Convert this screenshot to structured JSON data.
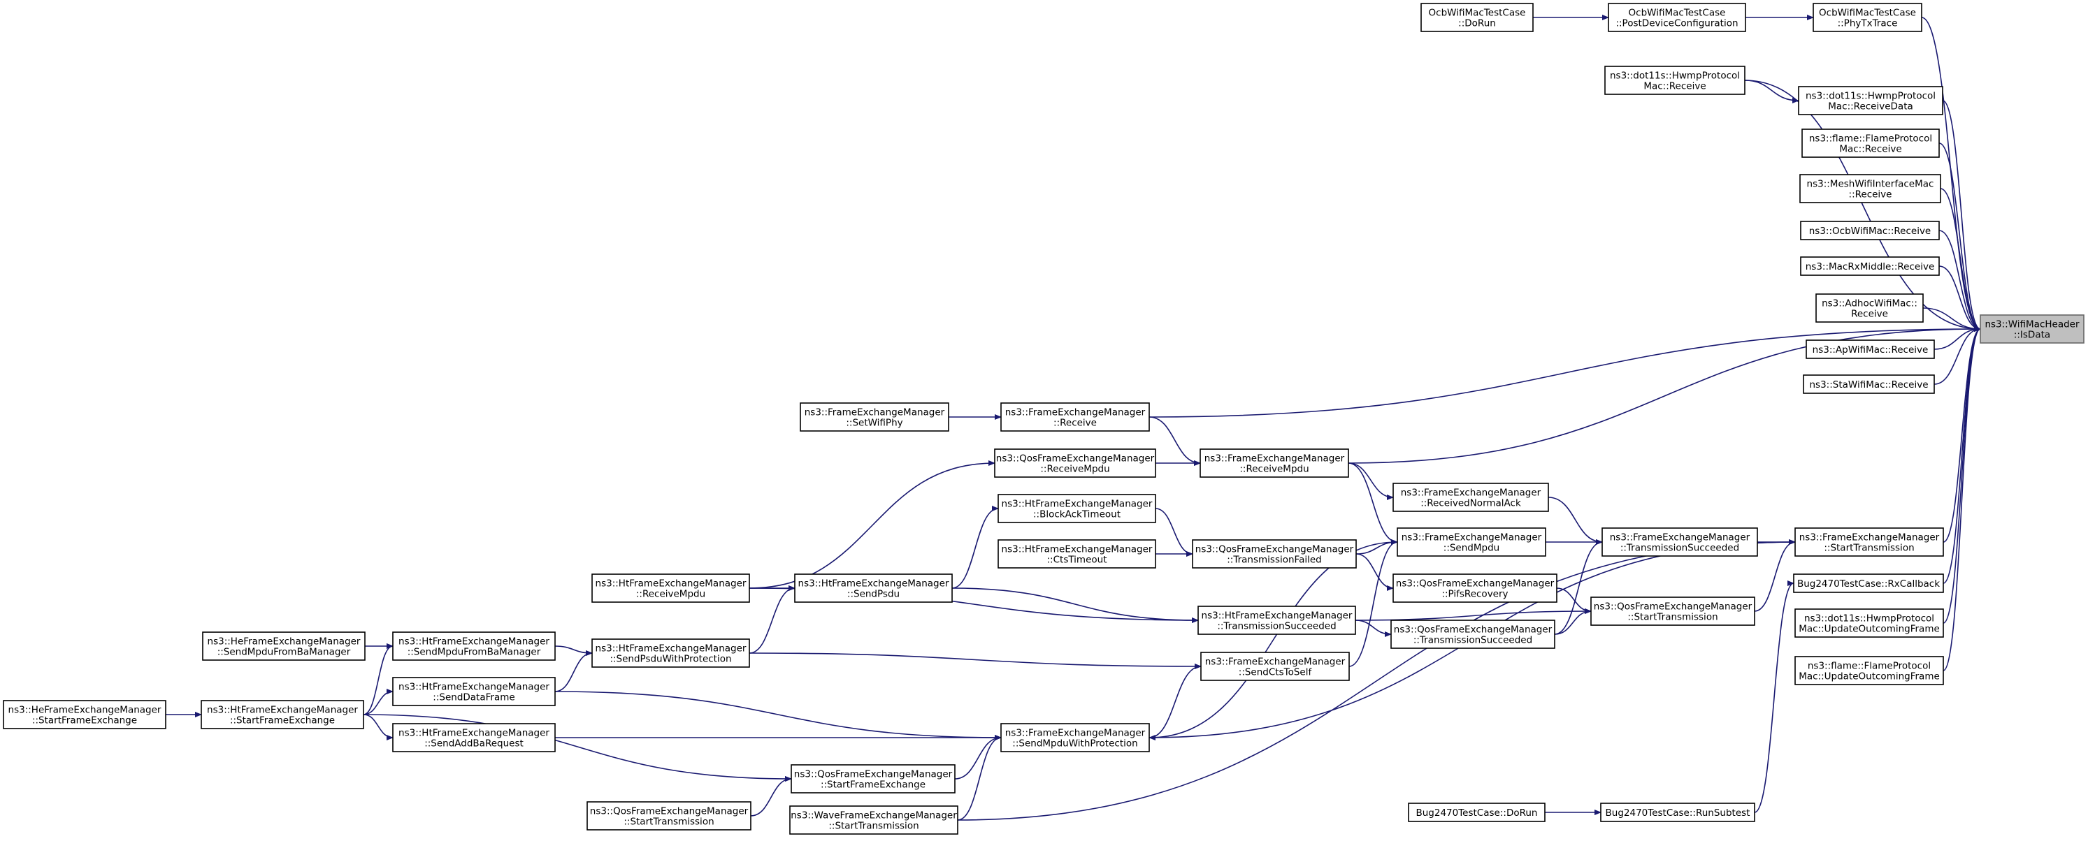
{
  "graph": {
    "target_node": "IsData",
    "nodes": [
      {
        "id": "IsData",
        "lines": [
          "ns3::WifiMacHeader",
          "::IsData"
        ]
      },
      {
        "id": "OcbDoRun",
        "lines": [
          "OcbWifiMacTestCase",
          "::DoRun"
        ]
      },
      {
        "id": "OcbPostDev",
        "lines": [
          "OcbWifiMacTestCase",
          "::PostDeviceConfiguration"
        ]
      },
      {
        "id": "OcbPhyTx",
        "lines": [
          "OcbWifiMacTestCase",
          "::PhyTxTrace"
        ]
      },
      {
        "id": "HwmpRecv",
        "lines": [
          "ns3::dot11s::HwmpProtocol",
          "Mac::Receive"
        ]
      },
      {
        "id": "HwmpRecvData",
        "lines": [
          "ns3::dot11s::HwmpProtocol",
          "Mac::ReceiveData"
        ]
      },
      {
        "id": "FlameRecv",
        "lines": [
          "ns3::flame::FlameProtocol",
          "Mac::Receive"
        ]
      },
      {
        "id": "MeshRecv",
        "lines": [
          "ns3::MeshWifiInterfaceMac",
          "::Receive"
        ]
      },
      {
        "id": "OcbRecv",
        "lines": [
          "ns3::OcbWifiMac::Receive"
        ]
      },
      {
        "id": "MacRxRecv",
        "lines": [
          "ns3::MacRxMiddle::Receive"
        ]
      },
      {
        "id": "AdhocRecv",
        "lines": [
          "ns3::AdhocWifiMac::",
          "Receive"
        ]
      },
      {
        "id": "ApRecv",
        "lines": [
          "ns3::ApWifiMac::Receive"
        ]
      },
      {
        "id": "StaRecv",
        "lines": [
          "ns3::StaWifiMac::Receive"
        ]
      },
      {
        "id": "FemSetPhy",
        "lines": [
          "ns3::FrameExchangeManager",
          "::SetWifiPhy"
        ]
      },
      {
        "id": "FemRecv",
        "lines": [
          "ns3::FrameExchangeManager",
          "::Receive"
        ]
      },
      {
        "id": "QosRecvMpdu",
        "lines": [
          "ns3::QosFrameExchangeManager",
          "::ReceiveMpdu"
        ]
      },
      {
        "id": "FemRecvMpdu",
        "lines": [
          "ns3::FrameExchangeManager",
          "::ReceiveMpdu"
        ]
      },
      {
        "id": "FemRecvNormAck",
        "lines": [
          "ns3::FrameExchangeManager",
          "::ReceivedNormalAck"
        ]
      },
      {
        "id": "HtBlockAck",
        "lines": [
          "ns3::HtFrameExchangeManager",
          "::BlockAckTimeout"
        ]
      },
      {
        "id": "HtCtsTimeout",
        "lines": [
          "ns3::HtFrameExchangeManager",
          "::CtsTimeout"
        ]
      },
      {
        "id": "QosTxFailed",
        "lines": [
          "ns3::QosFrameExchangeManager",
          "::TransmissionFailed"
        ]
      },
      {
        "id": "FemSendMpdu",
        "lines": [
          "ns3::FrameExchangeManager",
          "::SendMpdu"
        ]
      },
      {
        "id": "FemTxSucc",
        "lines": [
          "ns3::FrameExchangeManager",
          "::TransmissionSucceeded"
        ]
      },
      {
        "id": "FemStartTx",
        "lines": [
          "ns3::FrameExchangeManager",
          "::StartTransmission"
        ]
      },
      {
        "id": "QosPifs",
        "lines": [
          "ns3::QosFrameExchangeManager",
          "::PifsRecovery"
        ]
      },
      {
        "id": "BugRx",
        "lines": [
          "Bug2470TestCase::RxCallback"
        ]
      },
      {
        "id": "HtRecvMpdu",
        "lines": [
          "ns3::HtFrameExchangeManager",
          "::ReceiveMpdu"
        ]
      },
      {
        "id": "HtSendPsdu",
        "lines": [
          "ns3::HtFrameExchangeManager",
          "::SendPsdu"
        ]
      },
      {
        "id": "HtTxSucc",
        "lines": [
          "ns3::HtFrameExchangeManager",
          "::TransmissionSucceeded"
        ]
      },
      {
        "id": "QosTxSucc",
        "lines": [
          "ns3::QosFrameExchangeManager",
          "::TransmissionSucceeded"
        ]
      },
      {
        "id": "QosStartTx",
        "lines": [
          "ns3::QosFrameExchangeManager",
          "::StartTransmission"
        ]
      },
      {
        "id": "HwmpUpdate",
        "lines": [
          "ns3::dot11s::HwmpProtocol",
          "Mac::UpdateOutcomingFrame"
        ]
      },
      {
        "id": "HeSendMpduBa",
        "lines": [
          "ns3::HeFrameExchangeManager",
          "::SendMpduFromBaManager"
        ]
      },
      {
        "id": "HtSendMpduBa",
        "lines": [
          "ns3::HtFrameExchangeManager",
          "::SendMpduFromBaManager"
        ]
      },
      {
        "id": "HtSendPsduProt",
        "lines": [
          "ns3::HtFrameExchangeManager",
          "::SendPsduWithProtection"
        ]
      },
      {
        "id": "FemSendCts",
        "lines": [
          "ns3::FrameExchangeManager",
          "::SendCtsToSelf"
        ]
      },
      {
        "id": "FlameUpdate",
        "lines": [
          "ns3::flame::FlameProtocol",
          "Mac::UpdateOutcomingFrame"
        ]
      },
      {
        "id": "HtSendData",
        "lines": [
          "ns3::HtFrameExchangeManager",
          "::SendDataFrame"
        ]
      },
      {
        "id": "HeStartFe",
        "lines": [
          "ns3::HeFrameExchangeManager",
          "::StartFrameExchange"
        ]
      },
      {
        "id": "HtStartFe",
        "lines": [
          "ns3::HtFrameExchangeManager",
          "::StartFrameExchange"
        ]
      },
      {
        "id": "HtSendAddBa",
        "lines": [
          "ns3::HtFrameExchangeManager",
          "::SendAddBaRequest"
        ]
      },
      {
        "id": "FemSendMpduProt",
        "lines": [
          "ns3::FrameExchangeManager",
          "::SendMpduWithProtection"
        ]
      },
      {
        "id": "QosStartFe",
        "lines": [
          "ns3::QosFrameExchangeManager",
          "::StartFrameExchange"
        ]
      },
      {
        "id": "QosStartTx2",
        "lines": [
          "ns3::QosFrameExchangeManager",
          "::StartTransmission"
        ]
      },
      {
        "id": "WaveStartTx",
        "lines": [
          "ns3::WaveFrameExchangeManager",
          "::StartTransmission"
        ]
      },
      {
        "id": "BugDoRun",
        "lines": [
          "Bug2470TestCase::DoRun"
        ]
      },
      {
        "id": "BugRunSub",
        "lines": [
          "Bug2470TestCase::RunSubtest"
        ]
      }
    ],
    "edges": [
      [
        "OcbDoRun",
        "OcbPostDev"
      ],
      [
        "OcbPostDev",
        "OcbPhyTx"
      ],
      [
        "OcbPhyTx",
        "IsData"
      ],
      [
        "HwmpRecv",
        "IsData"
      ],
      [
        "HwmpRecv",
        "HwmpRecvData"
      ],
      [
        "HwmpRecvData",
        "IsData"
      ],
      [
        "FlameRecv",
        "IsData"
      ],
      [
        "MeshRecv",
        "IsData"
      ],
      [
        "OcbRecv",
        "IsData"
      ],
      [
        "MacRxRecv",
        "IsData"
      ],
      [
        "AdhocRecv",
        "IsData"
      ],
      [
        "ApRecv",
        "IsData"
      ],
      [
        "StaRecv",
        "IsData"
      ],
      [
        "FemSetPhy",
        "FemRecv"
      ],
      [
        "FemRecv",
        "IsData"
      ],
      [
        "FemRecv",
        "FemRecvMpdu"
      ],
      [
        "QosRecvMpdu",
        "FemRecvMpdu"
      ],
      [
        "FemRecvMpdu",
        "IsData"
      ],
      [
        "FemRecvMpdu",
        "FemRecvNormAck"
      ],
      [
        "FemRecvMpdu",
        "FemSendMpdu"
      ],
      [
        "FemRecvNormAck",
        "FemTxSucc"
      ],
      [
        "FemSendMpdu",
        "FemTxSucc"
      ],
      [
        "FemTxSucc",
        "FemStartTx"
      ],
      [
        "FemStartTx",
        "IsData"
      ],
      [
        "BugRx",
        "IsData"
      ],
      [
        "HwmpUpdate",
        "IsData"
      ],
      [
        "FlameUpdate",
        "IsData"
      ],
      [
        "HtBlockAck",
        "QosTxFailed"
      ],
      [
        "HtCtsTimeout",
        "QosTxFailed"
      ],
      [
        "QosTxFailed",
        "QosPifs"
      ],
      [
        "QosTxFailed",
        "FemSendMpdu"
      ],
      [
        "QosPifs",
        "QosStartTx"
      ],
      [
        "HtRecvMpdu",
        "QosRecvMpdu"
      ],
      [
        "HtRecvMpdu",
        "HtSendPsdu"
      ],
      [
        "HtRecvMpdu",
        "HtTxSucc"
      ],
      [
        "HtSendPsdu",
        "HtBlockAck"
      ],
      [
        "HtSendPsdu",
        "HtTxSucc"
      ],
      [
        "HtTxSucc",
        "QosTxSucc"
      ],
      [
        "QosTxSucc",
        "FemTxSucc"
      ],
      [
        "QosTxSucc",
        "QosStartTx"
      ],
      [
        "QosStartTx",
        "FemStartTx"
      ],
      [
        "HtTxSucc",
        "QosStartTx"
      ],
      [
        "HeSendMpduBa",
        "HtSendMpduBa"
      ],
      [
        "HtSendMpduBa",
        "HtSendPsduProt"
      ],
      [
        "HtSendPsduProt",
        "HtSendPsdu"
      ],
      [
        "HtSendPsduProt",
        "FemSendCts"
      ],
      [
        "FemSendCts",
        "FemSendMpdu"
      ],
      [
        "HeStartFe",
        "HtStartFe"
      ],
      [
        "HtStartFe",
        "HtSendMpduBa"
      ],
      [
        "HtStartFe",
        "HtSendData"
      ],
      [
        "HtStartFe",
        "HtSendAddBa"
      ],
      [
        "HtStartFe",
        "QosStartFe"
      ],
      [
        "HtSendData",
        "HtSendPsduProt"
      ],
      [
        "HtSendData",
        "FemSendMpduProt"
      ],
      [
        "HtSendAddBa",
        "FemSendMpduProt"
      ],
      [
        "FemSendMpduProt",
        "FemSendCts"
      ],
      [
        "FemSendMpduProt",
        "FemSendMpdu"
      ],
      [
        "QosStartFe",
        "FemSendMpduProt"
      ],
      [
        "QosStartTx2",
        "QosStartFe"
      ],
      [
        "WaveStartTx",
        "FemSendMpduProt"
      ],
      [
        "WaveStartTx",
        "FemStartTx"
      ],
      [
        "FemStartTx",
        "FemSendMpduProt"
      ],
      [
        "BugDoRun",
        "BugRunSub"
      ],
      [
        "BugRunSub",
        "BugRx"
      ]
    ]
  }
}
